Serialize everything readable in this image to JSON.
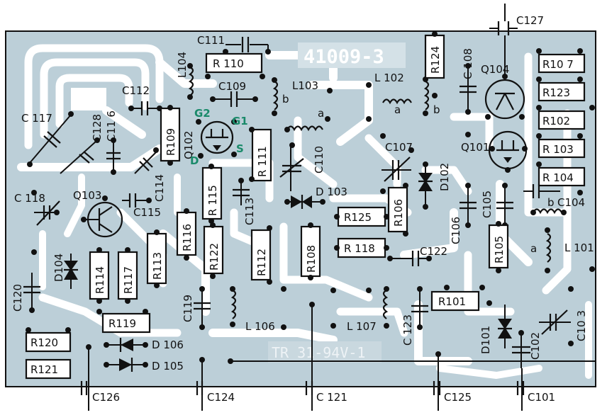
{
  "colors": {
    "board": "#bccfd8",
    "trace": "#ffffff",
    "ink": "#111111",
    "pin_label": "#1a8a6a"
  },
  "board_marks": {
    "part_number": "41009-3",
    "material": "TR 31-94V-1"
  },
  "labels": {
    "C111": "C111",
    "R110": "R 110",
    "L104": "L104",
    "C109": "C109",
    "L103": "L103",
    "b_l103": "b",
    "a_l103": "a",
    "C112": "C112",
    "C117": "C 117",
    "C128": "C128",
    "C116": "C11 6",
    "G2": "G2",
    "G1": "G1",
    "Q102": "Q102",
    "R109": "R109",
    "D": "D",
    "S": "S",
    "R111": "R 111",
    "C110": "C110",
    "C114": "C114",
    "R115": "R 115",
    "C113": "C113",
    "D103": "D 103",
    "C118": "C 118",
    "Q103": "Q103",
    "C115": "C115",
    "R116": "R116",
    "R122": "R122",
    "R112": "R112",
    "R108": "R108",
    "L102": "L 102",
    "a_l102": "a",
    "b_l102": "b",
    "R124": "R124",
    "C108": "C 108",
    "C127": "C127",
    "Q104": "Q104",
    "C107": "C107",
    "D102": "D102",
    "R125": "R125",
    "R106": "R106",
    "R118": "R 118",
    "C122": "C122",
    "Q101": "Q101",
    "C106": "C106",
    "C105": "C105",
    "R105": "R105",
    "R107": "R10 7",
    "R123": "R123",
    "R102": "R102",
    "R103": "R 103",
    "R104": "R 104",
    "b_l101": "b",
    "C104": "C104",
    "a_l101": "a",
    "L101": "L 101",
    "D104": "D104",
    "R114": "R114",
    "R117": "R117",
    "R113": "R113",
    "C120": "C120",
    "C119": "C119",
    "L106": "L 106",
    "L107": "L 107",
    "C123": "C 123",
    "R101": "R101",
    "D101": "D101",
    "C102": "C102",
    "C103": "C10 3",
    "R119": "R119",
    "R120": "R120",
    "R121": "R121",
    "D106": "D 106",
    "D105": "D 105",
    "C126": "C126",
    "C124": "C124",
    "C121": "C 121",
    "C125": "C125",
    "C101": "C101"
  }
}
